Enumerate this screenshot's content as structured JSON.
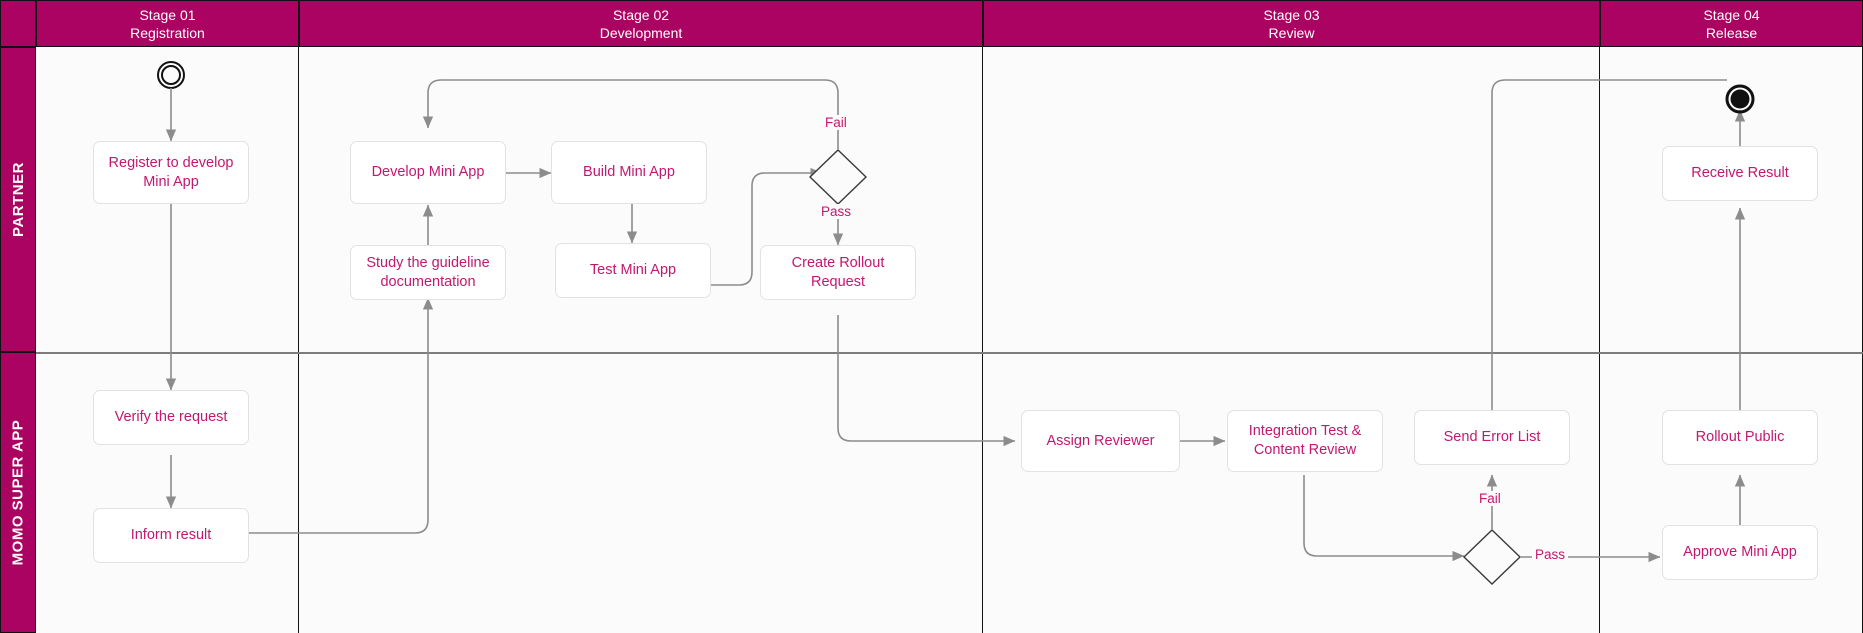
{
  "diagram": {
    "title": "Mini App lifecycle swimlane",
    "accent_color": "#ab0362",
    "node_text_color": "#c2186f",
    "connector_color": "#8c8c8c",
    "lane_background": "#fbfbfb"
  },
  "lanes": [
    {
      "id": "partner",
      "label": "PARTNER"
    },
    {
      "id": "momo",
      "label": "MOMO SUPER APP"
    }
  ],
  "stages": [
    {
      "id": "stage01",
      "number": "Stage 01",
      "name": "Registration"
    },
    {
      "id": "stage02",
      "number": "Stage 02",
      "name": "Development"
    },
    {
      "id": "stage03",
      "number": "Stage 03",
      "name": "Review"
    },
    {
      "id": "stage04",
      "number": "Stage 04",
      "name": "Release"
    }
  ],
  "nodes": {
    "start": {
      "type": "start-node",
      "label": ""
    },
    "register": {
      "type": "activity",
      "label": "Register to develop Mini App"
    },
    "develop": {
      "type": "activity",
      "label": "Develop Mini App"
    },
    "build": {
      "type": "activity",
      "label": "Build Mini App"
    },
    "study": {
      "type": "activity",
      "label": "Study the guideline documentation"
    },
    "test": {
      "type": "activity",
      "label": "Test Mini App"
    },
    "create_rollout": {
      "type": "activity",
      "label": "Create Rollout Request"
    },
    "decision_test": {
      "type": "decision",
      "label": ""
    },
    "verify": {
      "type": "activity",
      "label": "Verify the request"
    },
    "inform": {
      "type": "activity",
      "label": "Inform result"
    },
    "assign": {
      "type": "activity",
      "label": "Assign Reviewer"
    },
    "integration": {
      "type": "activity",
      "label": "Integration Test & Content Review"
    },
    "send_error": {
      "type": "activity",
      "label": "Send Error List"
    },
    "decision_review": {
      "type": "decision",
      "label": ""
    },
    "approve": {
      "type": "activity",
      "label": "Approve Mini App"
    },
    "rollout_public": {
      "type": "activity",
      "label": "Rollout Public"
    },
    "receive": {
      "type": "activity",
      "label": "Receive Result"
    },
    "end": {
      "type": "end-node",
      "label": ""
    }
  },
  "edge_labels": {
    "test_fail": "Fail",
    "test_pass": "Pass",
    "review_fail": "Fail",
    "review_pass": "Pass"
  }
}
